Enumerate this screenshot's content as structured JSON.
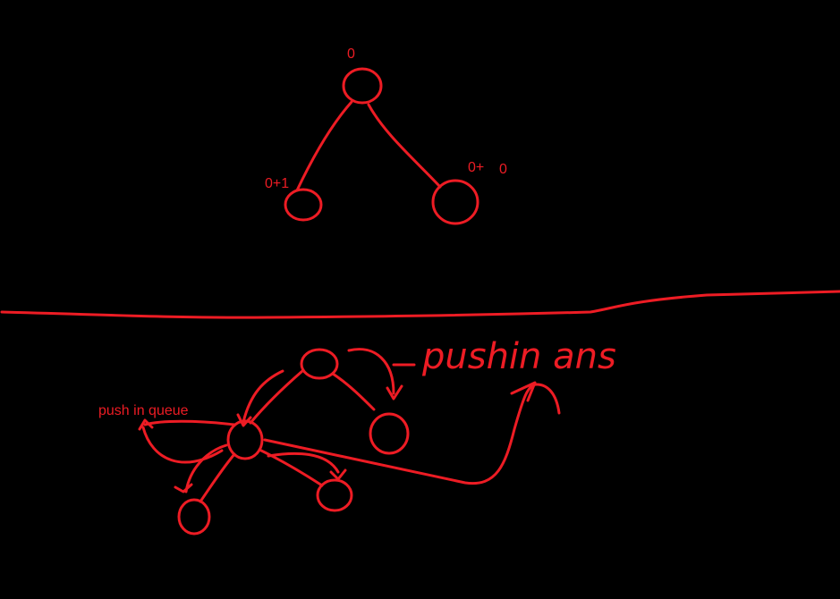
{
  "colors": {
    "ink": "#ed1c24",
    "background": "#000000"
  },
  "top_tree": {
    "root_label": "0",
    "left_label": "0+1",
    "right_label": "0+",
    "right_extra_label": "0"
  },
  "bottom_tree": {
    "queue_note": "push in queue",
    "ans_note": "pushin ans"
  }
}
